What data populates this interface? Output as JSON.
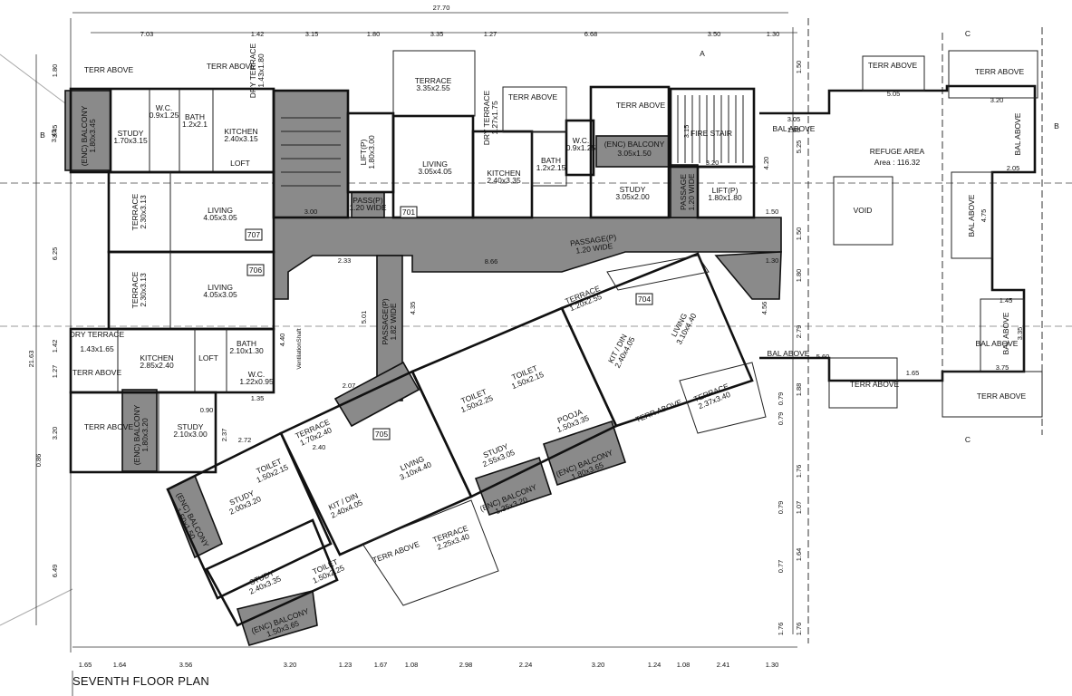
{
  "title": "SEVENTH FLOOR PLAN",
  "overall_dimension": "27.70",
  "top_dimensions": [
    "7.03",
    "1.42",
    "3.15",
    "1.80",
    "3.35",
    "1.27",
    "6.68",
    "3.50",
    "1.30"
  ],
  "bottom_dimensions": [
    "1.65",
    "1.64",
    "3.56",
    "3.20",
    "1.23",
    "1.67",
    "1.08",
    "2.98",
    "2.24",
    "3.20",
    "1.24",
    "1.08",
    "2.41",
    "1.30"
  ],
  "left_dimensions": [
    "1.80",
    "3.45",
    "6.25",
    "21.63",
    "1.42",
    "1.27",
    "3.20",
    "0.86",
    "6.49"
  ],
  "right_dimensions": [
    "1.50",
    "5.25",
    "4.20",
    "1.50",
    "1.80",
    "4.56",
    "2.79",
    "1.88",
    "0.79",
    "0.79",
    "1.76",
    "1.07",
    "0.79",
    "1.64",
    "0.77",
    "1.76",
    "1.76"
  ],
  "section_marks": [
    "B",
    "B",
    "C",
    "C",
    "A"
  ],
  "units": [
    "707",
    "706",
    "701",
    "705",
    "704"
  ],
  "rooms": [
    {
      "name": "TERR ABOVE",
      "size": ""
    },
    {
      "name": "TERR ABOVE",
      "size": ""
    },
    {
      "name": "DRY TERRACE",
      "size": "1.43x1.80"
    },
    {
      "name": "(ENC) BALCONY",
      "size": "1.80x3.45"
    },
    {
      "name": "STUDY",
      "size": "1.70x3.15"
    },
    {
      "name": "W.C.",
      "size": "0.9x1.25"
    },
    {
      "name": "BATH",
      "size": "1.2x2.1"
    },
    {
      "name": "KITCHEN",
      "size": "2.40x3.15"
    },
    {
      "name": "LOFT",
      "size": ""
    },
    {
      "name": "TERRACE",
      "size": "3.35x2.55"
    },
    {
      "name": "DRY TERRACE",
      "size": "1.27x1.75"
    },
    {
      "name": "TERR ABOVE",
      "size": ""
    },
    {
      "name": "LIFT(P)",
      "size": "1.80x3.00"
    },
    {
      "name": "LIVING",
      "size": "3.05x4.05"
    },
    {
      "name": "KITCHEN",
      "size": "2.40x3.35"
    },
    {
      "name": "BATH",
      "size": "1.2x2.15"
    },
    {
      "name": "W.C.",
      "size": "0.9x1.25"
    },
    {
      "name": "TERR ABOVE",
      "size": ""
    },
    {
      "name": "(ENC) BALCONY",
      "size": "3.05x1.50"
    },
    {
      "name": "STUDY",
      "size": "3.05x2.00"
    },
    {
      "name": "FIRE STAIR",
      "size": ""
    },
    {
      "name": "LIFT(P)",
      "size": "1.80x1.80"
    },
    {
      "name": "PASSAGE",
      "size": "1.20 WIDE"
    },
    {
      "name": "PASS(P)",
      "size": "1.20 WIDE"
    },
    {
      "name": "TERRACE",
      "size": "2.30x3.13"
    },
    {
      "name": "LIVING",
      "size": "4.05x3.05"
    },
    {
      "name": "TERRACE",
      "size": "2.30x3.13"
    },
    {
      "name": "LIVING",
      "size": "4.05x3.05"
    },
    {
      "name": "PASSAGE(P)",
      "size": "1.20 WIDE"
    },
    {
      "name": "PASSAGE(P)",
      "size": "1.82 WIDE"
    },
    {
      "name": "DRY TERRACE",
      "size": "1.43x1.65"
    },
    {
      "name": "KITCHEN",
      "size": "2.85x2.40"
    },
    {
      "name": "BATH",
      "size": "2.10x1.30"
    },
    {
      "name": "W.C.",
      "size": "1.22x0.95"
    },
    {
      "name": "TERR ABOVE",
      "size": ""
    },
    {
      "name": "TERR ABOVE",
      "size": ""
    },
    {
      "name": "(ENC) BALCONY",
      "size": "1.80x3.20"
    },
    {
      "name": "STUDY",
      "size": "2.10x3.00"
    },
    {
      "name": "TERRACE",
      "size": "1.70x2.40"
    },
    {
      "name": "TOILET",
      "size": "1.50x2.15"
    },
    {
      "name": "STUDY",
      "size": "2.00x3.20"
    },
    {
      "name": "KIT / DIN",
      "size": "2.40x4.05"
    },
    {
      "name": "LIVING",
      "size": "3.10x4.40"
    },
    {
      "name": "(ENC) BALCONY",
      "size": "1.50x1.50"
    },
    {
      "name": "STUDY",
      "size": "2.40x3.35"
    },
    {
      "name": "TOILET",
      "size": "1.50x2.25"
    },
    {
      "name": "(ENC) BALCONY",
      "size": "1.50x3.65"
    },
    {
      "name": "TERR ABOVE",
      "size": ""
    },
    {
      "name": "TERRACE",
      "size": "2.25x3.40"
    },
    {
      "name": "TOILET",
      "size": "1.50x2.25"
    },
    {
      "name": "TOILET",
      "size": "1.50x2.15"
    },
    {
      "name": "STUDY",
      "size": "2.55x3.05"
    },
    {
      "name": "POOJA",
      "size": "1.50x3.35"
    },
    {
      "name": "(ENC) BALCONY",
      "size": "1.35x3.20"
    },
    {
      "name": "(ENC) BALCONY",
      "size": "1.80x3.65"
    },
    {
      "name": "TERRACE",
      "size": "1.20x2.55"
    },
    {
      "name": "KIT / DIN",
      "size": "2.40x4.05"
    },
    {
      "name": "LIVING",
      "size": "3.10x4.40"
    },
    {
      "name": "TERR ABOVE",
      "size": ""
    },
    {
      "name": "TERRACE",
      "size": "2.37x3.40"
    },
    {
      "name": "REFUGE AREA",
      "size": "Area : 116.32"
    },
    {
      "name": "VOID",
      "size": ""
    },
    {
      "name": "TERR ABOVE",
      "size": ""
    },
    {
      "name": "TERR ABOVE",
      "size": ""
    },
    {
      "name": "BAL ABOVE",
      "size": ""
    },
    {
      "name": "BAL ABOVE",
      "size": ""
    },
    {
      "name": "BAL ABOVE",
      "size": ""
    },
    {
      "name": "BAL ABOVE",
      "size": ""
    },
    {
      "name": "BAL ABOVE",
      "size": ""
    },
    {
      "name": "BAL ABOVE",
      "size": ""
    },
    {
      "name": "TERR ABOVE",
      "size": ""
    },
    {
      "name": "TERR ABOVE",
      "size": ""
    }
  ],
  "labels": {
    "ventilation_shaft": "VentilationShaft",
    "loft": "LOFT"
  },
  "inner_dimensions": [
    "3.00",
    "2.33",
    "5.01",
    "8.66",
    "4.35",
    "1.50",
    "1.30",
    "3.05",
    "3.20",
    "5.05",
    "3.20",
    "2.05",
    "4.75",
    "1.45",
    "3.35",
    "5.60",
    "1.65",
    "3.75",
    "2.07",
    "0.90",
    "1.35",
    "2.37",
    "2.72",
    "2.40",
    "4.40",
    "3.15",
    "3.45",
    "1.85"
  ],
  "colors": {
    "hatch": "#8a8a8a",
    "ink": "#111111"
  }
}
